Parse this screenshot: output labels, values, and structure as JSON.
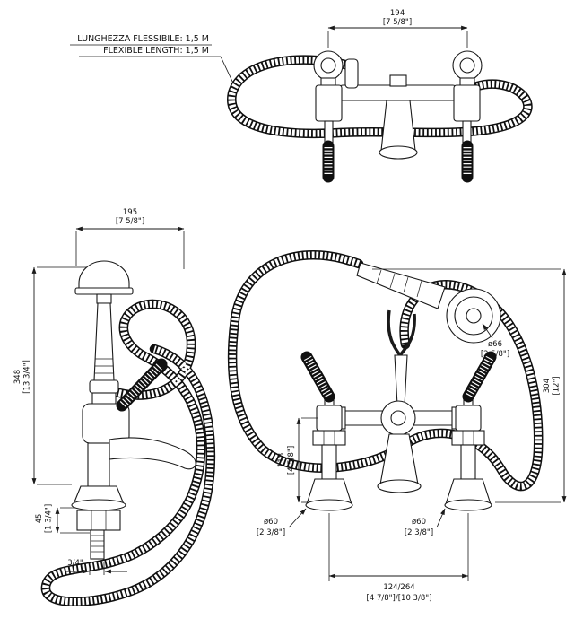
{
  "ink": "#1a1a1a",
  "notes": {
    "hose_length_it": "LUNGHEZZA FLESSIBILE: 1,5 M",
    "hose_length_en": "FLEXIBLE LENGTH: 1,5 M"
  },
  "top_view": {
    "width": {
      "mm": "194",
      "inch": "[7 5/8\"]"
    }
  },
  "side_view": {
    "depth": {
      "mm": "195",
      "inch": "[7 5/8\"]"
    },
    "height": {
      "mm": "348",
      "inch": "[13 3/4\"]"
    },
    "shank_height": {
      "mm": "45",
      "inch": "[1 3/4\"]"
    },
    "thread": "3/4\""
  },
  "front_view": {
    "head_diameter": {
      "mm": "ø66",
      "inch": "[2 5/8\"]"
    },
    "height": {
      "mm": "304",
      "inch": "[12\"]"
    },
    "body_height": {
      "mm": "118",
      "inch": "[4 5/8\"]"
    },
    "left_flange": {
      "mm": "ø60",
      "inch": "[2 3/8\"]"
    },
    "right_flange": {
      "mm": "ø60",
      "inch": "[2 3/8\"]"
    },
    "centers": {
      "mm": "124/264",
      "inch": "[4 7/8\"]/[10 3/8\"]"
    }
  }
}
